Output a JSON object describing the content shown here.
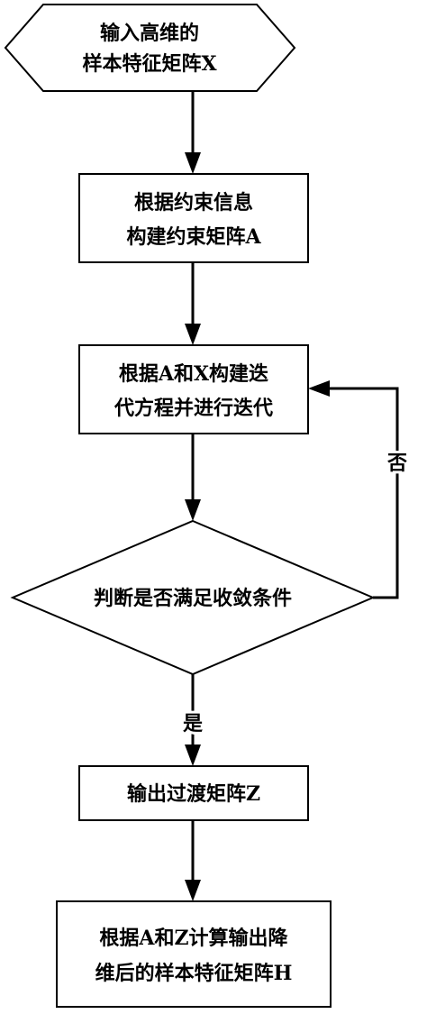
{
  "nodes": {
    "input": {
      "shape": "hexagon",
      "lines": [
        "输入高维的",
        "样本特征矩阵X"
      ]
    },
    "build_constraint": {
      "shape": "rectangle",
      "lines": [
        "根据约束信息",
        "构建约束矩阵A"
      ]
    },
    "iterate": {
      "shape": "rectangle",
      "lines": [
        "根据A和X构建迭",
        "代方程并进行迭代"
      ]
    },
    "decision": {
      "shape": "diamond",
      "lines": [
        "判断是否满足收敛条件"
      ]
    },
    "output_transition": {
      "shape": "rectangle",
      "lines": [
        "输出过渡矩阵Z"
      ]
    },
    "final_output": {
      "shape": "rectangle",
      "lines": [
        "根据A和Z计算输出降",
        "维后的样本特征矩阵H"
      ]
    }
  },
  "edges": {
    "no_label": "否",
    "yes_label": "是"
  },
  "colors": {
    "stroke": "#000000",
    "fill": "#ffffff"
  }
}
